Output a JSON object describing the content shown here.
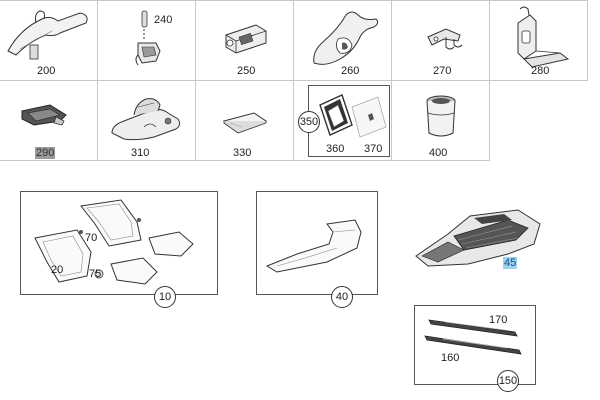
{
  "grid_cells": [
    {
      "label": "200"
    },
    {
      "label": "240"
    },
    {
      "label": "250"
    },
    {
      "label": "260"
    },
    {
      "label": "270"
    },
    {
      "label": "280"
    },
    {
      "label": "290"
    },
    {
      "label": "310"
    },
    {
      "label": "330"
    },
    {
      "label": "350",
      "sub_labels": [
        "360",
        "370"
      ]
    },
    {
      "label": "400"
    },
    {
      "label": ""
    }
  ],
  "groups": {
    "floor_mats": {
      "label": "10",
      "part_labels": [
        "70",
        "20",
        "75"
      ]
    },
    "trunk_mat": {
      "label": "40"
    },
    "tray_mat": {
      "label": "45"
    },
    "sill_plates": {
      "label": "150",
      "part_labels": [
        "170",
        "160"
      ]
    }
  },
  "colors": {
    "grid_line": "#c8c8c8",
    "ink": "#333333",
    "highlight_gray": "#9a9a9a",
    "highlight_blue": "#9cd3ee"
  }
}
